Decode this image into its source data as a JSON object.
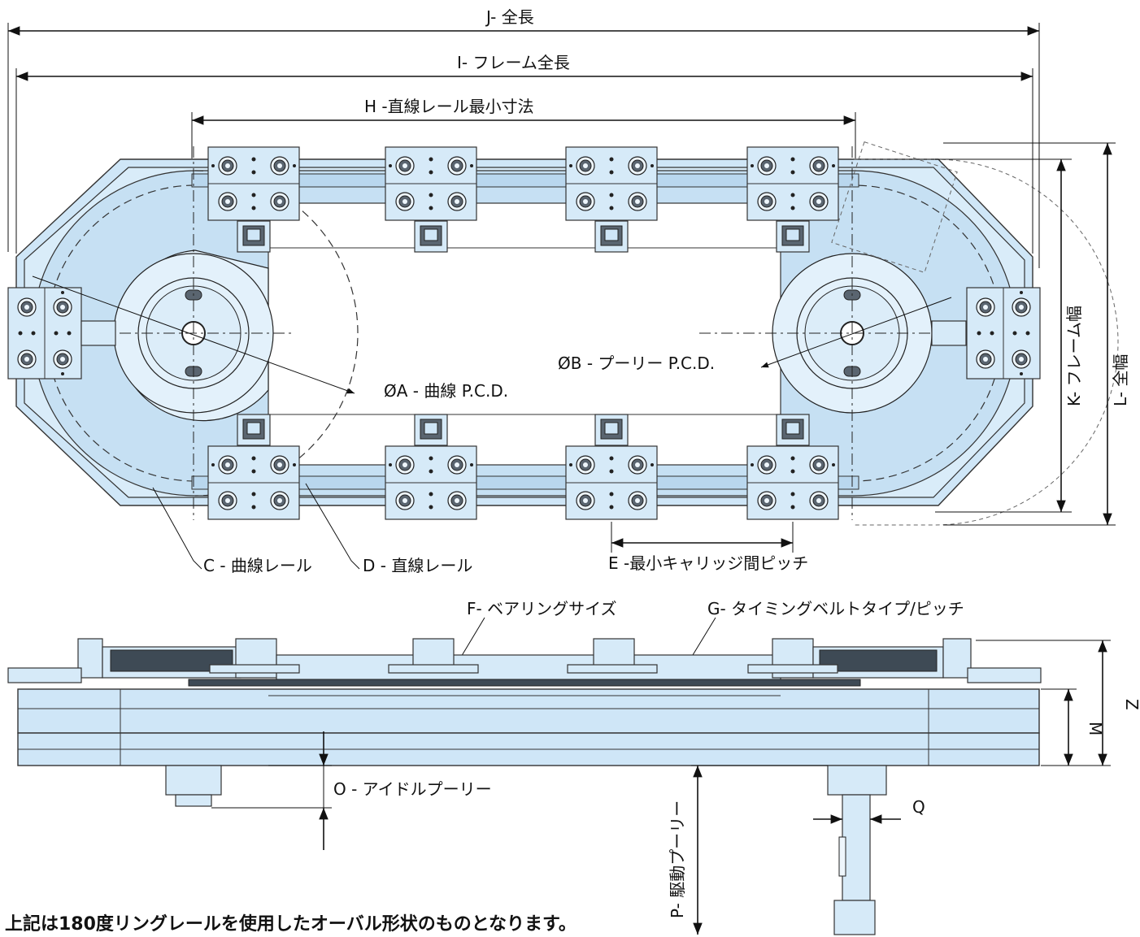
{
  "labels": {
    "J": "J- 全長",
    "I": "I- フレーム全長",
    "H": "H -直線レール最小寸法",
    "A": "ØA - 曲線 P.C.D.",
    "B": "ØB - プーリー P.C.D.",
    "K": "K- フレーム幅",
    "L": "L- 全幅",
    "C": "C - 曲線レール",
    "D": "D - 直線レール",
    "E": "E -最小キャリッジ間ピッチ",
    "F": "F- ベアリングサイズ",
    "G": "G- タイミングベルトタイプ/ピッチ",
    "Z": "Z",
    "M": "M",
    "O": "O - アイドルプーリー",
    "P": "P- 駆動プーリー",
    "Q": "Q"
  },
  "note": "上記は180度リングレールを使用したオーバル形状のものとなります。",
  "colors": {
    "frame": "#cfe6f7",
    "line": "#111111"
  }
}
